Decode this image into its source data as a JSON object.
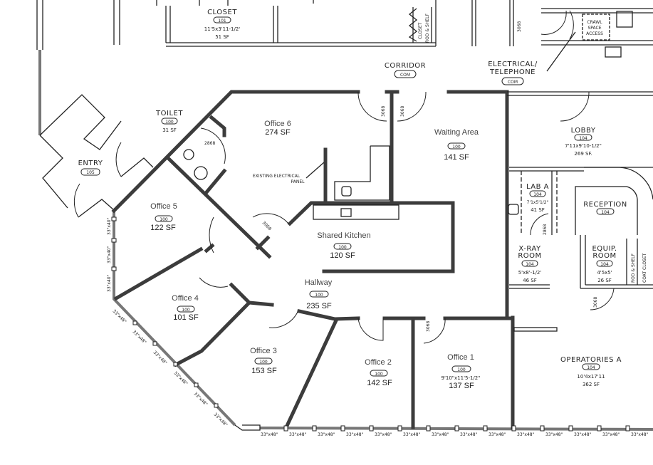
{
  "rooms": {
    "office6": {
      "name": "Office 6",
      "area": "274 SF"
    },
    "waiting": {
      "name": "Waiting Area",
      "tag": "100",
      "area": "141 SF"
    },
    "office5": {
      "name": "Office 5",
      "tag": "100",
      "area": "122 SF"
    },
    "kitchen": {
      "name": "Shared Kitchen",
      "tag": "100",
      "area": "120 SF"
    },
    "hallway": {
      "name": "Hallway",
      "tag": "100",
      "area": "235 SF"
    },
    "office4": {
      "name": "Office 4",
      "tag": "100",
      "area": "101 SF"
    },
    "office3": {
      "name": "Office 3",
      "tag": "100",
      "area": "153 SF"
    },
    "office2": {
      "name": "Office 2",
      "tag": "100",
      "area": "142 SF"
    },
    "office1": {
      "name": "Office 1",
      "tag": "100",
      "dims": "9'10\"x11'5-1/2\"",
      "area": "137 SF"
    }
  },
  "legacy": {
    "closet": {
      "name": "CLOSET",
      "tag": "101",
      "dims": "11'5x3'11-1/2'",
      "area": "51 SF"
    },
    "corridor": {
      "name": "CORRIDOR",
      "tag": "COM"
    },
    "electrical": {
      "name1": "ELECTRICAL/",
      "name2": "TELEPHONE",
      "tag": "COM"
    },
    "toilet": {
      "name": "TOILET",
      "tag": "100",
      "area": "31 SF"
    },
    "entry": {
      "name": "ENTRY",
      "tag": "105"
    },
    "lobby": {
      "name": "LOBBY",
      "tag": "104",
      "dims": "7'11x9'10-1/2\"",
      "area": "269 SF."
    },
    "lab": {
      "name": "LAB A",
      "tag": "104",
      "dims": "7'1x5'1/2\"",
      "area": "41 SF"
    },
    "reception": {
      "name": "RECEPTION",
      "tag": "104"
    },
    "xray": {
      "name1": "X-RAY",
      "name2": "ROOM",
      "tag": "104",
      "dims": "5'x8'-1/2'",
      "area": "46 SF"
    },
    "equip": {
      "name1": "EQUIP.",
      "name2": "ROOM",
      "tag": "104",
      "dims": "4'5x5'",
      "area": "26 SF"
    },
    "operatories": {
      "name": "OPERATORIES A",
      "tag": "104",
      "dims": "10'4x17'11",
      "area": "362 SF"
    },
    "crawl": {
      "l1": "CRAWL",
      "l2": "SPACE",
      "l3": "ACCESS"
    },
    "closet_shelf": {
      "l1": "CLOSET",
      "l2": "ROD & SHELF"
    },
    "coat_closet": {
      "l1": "ROD & SHELF",
      "l2": "COAT CLOSET"
    },
    "panel": {
      "l1": "EXISTING ELECTRICAL",
      "l2": "PANEL"
    },
    "door_tag": "3068",
    "door_tag_small": "2868",
    "window_tag": "33\"x48\"",
    "window_tag_side": "33\"x40\""
  }
}
